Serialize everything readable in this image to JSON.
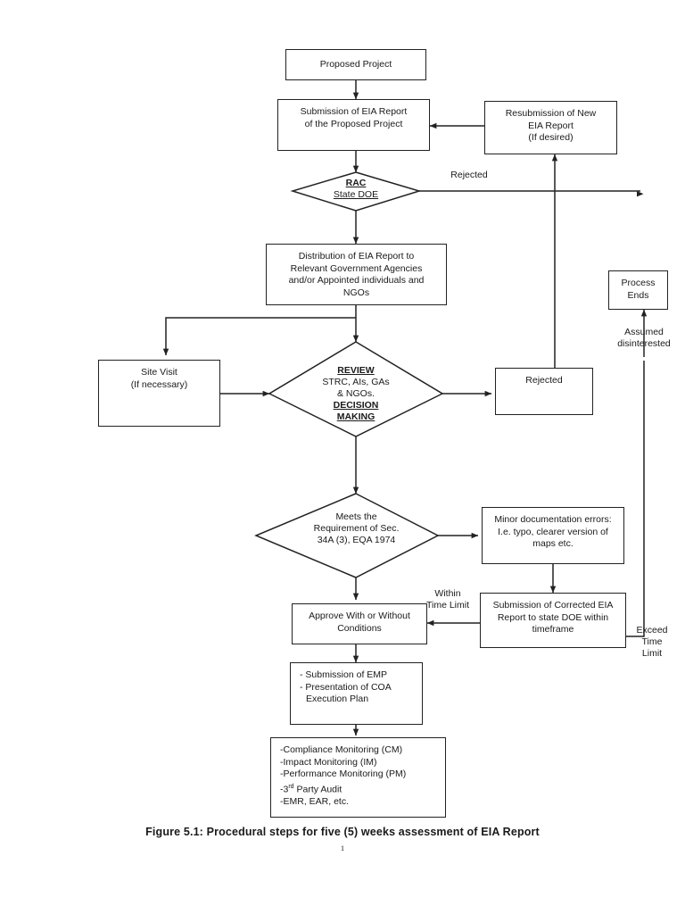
{
  "figure": {
    "caption": "Figure 5.1: Procedural steps for five (5) weeks assessment of EIA Report",
    "page_number": "1"
  },
  "colors": {
    "stroke": "#222222",
    "background": "#ffffff",
    "text": "#1a1a1a"
  },
  "chart_data": {
    "type": "diagram",
    "title": "Figure 5.1: Procedural steps for five (5) weeks assessment of EIA Report",
    "nodes": [
      {
        "id": "proposed-project",
        "shape": "rect",
        "text": "Proposed Project"
      },
      {
        "id": "submission-eia",
        "shape": "rect",
        "text": "Submission of EIA Report of the Proposed Project"
      },
      {
        "id": "resubmission",
        "shape": "rect",
        "text": "Resubmission of New EIA Report (If desired)"
      },
      {
        "id": "rac",
        "shape": "diamond",
        "text": "RAC State DOE"
      },
      {
        "id": "distribution",
        "shape": "rect",
        "text": "Distribution of EIA Report to Relevant Government Agencies and/or Appointed individuals and NGOs"
      },
      {
        "id": "process-ends",
        "shape": "rect",
        "text": "Process Ends"
      },
      {
        "id": "site-visit",
        "shape": "rect",
        "text": "Site Visit (If necessary)"
      },
      {
        "id": "review",
        "shape": "diamond",
        "text": "REVIEW STRC, AIs, GAs & NGOs. DECISION MAKING"
      },
      {
        "id": "rejected",
        "shape": "rect",
        "text": "Rejected"
      },
      {
        "id": "meets-requirement",
        "shape": "diamond",
        "text": "Meets the Requirement of Sec. 34A (3), EQA 1974"
      },
      {
        "id": "minor-errors",
        "shape": "rect",
        "text": "Minor documentation errors: I.e. typo, clearer version of maps etc."
      },
      {
        "id": "corrected-eia",
        "shape": "rect",
        "text": "Submission of Corrected EIA Report to state DOE within timeframe"
      },
      {
        "id": "approve",
        "shape": "rect",
        "text": "Approve With or Without Conditions"
      },
      {
        "id": "emp-coa",
        "shape": "rect",
        "text": "- Submission of EMP - Presentation of COA Execution Plan"
      },
      {
        "id": "monitoring",
        "shape": "rect",
        "text": "-Compliance Monitoring (CM) -Impact Monitoring (IM) -Performance Monitoring (PM) -3rd Party Audit -EMR, EAR, etc."
      }
    ],
    "edges": [
      {
        "from": "proposed-project",
        "to": "submission-eia",
        "label": ""
      },
      {
        "from": "submission-eia",
        "to": "rac",
        "label": ""
      },
      {
        "from": "rac",
        "to": "resubmission",
        "label": "Rejected"
      },
      {
        "from": "resubmission",
        "to": "submission-eia",
        "label": ""
      },
      {
        "from": "rac",
        "to": "distribution",
        "label": ""
      },
      {
        "from": "distribution",
        "to": "site-visit",
        "label": ""
      },
      {
        "from": "distribution",
        "to": "review",
        "label": ""
      },
      {
        "from": "site-visit",
        "to": "review",
        "label": ""
      },
      {
        "from": "review",
        "to": "rejected",
        "label": ""
      },
      {
        "from": "rejected",
        "to": "resubmission",
        "label": ""
      },
      {
        "from": "rejected",
        "to": "process-ends",
        "label": "Assumed disinterested"
      },
      {
        "from": "review",
        "to": "meets-requirement",
        "label": ""
      },
      {
        "from": "meets-requirement",
        "to": "minor-errors",
        "label": ""
      },
      {
        "from": "minor-errors",
        "to": "corrected-eia",
        "label": ""
      },
      {
        "from": "corrected-eia",
        "to": "approve",
        "label": "Within Time Limit"
      },
      {
        "from": "corrected-eia",
        "to": "process-ends",
        "label": "Exceed Time Limit"
      },
      {
        "from": "meets-requirement",
        "to": "approve",
        "label": ""
      },
      {
        "from": "approve",
        "to": "emp-coa",
        "label": ""
      },
      {
        "from": "emp-coa",
        "to": "monitoring",
        "label": ""
      }
    ]
  },
  "nodes": {
    "proposed_project": {
      "line1": "Proposed Project"
    },
    "submission_eia": {
      "line1": "Submission of EIA Report",
      "line2": "of the Proposed Project"
    },
    "resubmission": {
      "line1": "Resubmission of New",
      "line2": "EIA Report",
      "line3": "(If desired)"
    },
    "rac": {
      "line1": "RAC",
      "line2": "State DOE"
    },
    "distribution": {
      "line1": "Distribution of EIA Report to",
      "line2": "Relevant Government Agencies",
      "line3": "and/or Appointed individuals and",
      "line4": "NGOs"
    },
    "process_ends": {
      "line1": "Process",
      "line2": "Ends"
    },
    "site_visit": {
      "line1": "Site Visit",
      "line2": "(If necessary)"
    },
    "review": {
      "line1": "REVIEW",
      "line2": "STRC, AIs, GAs",
      "line3": "& NGOs.",
      "line4": "DECISION",
      "line5": "MAKING"
    },
    "rejected": {
      "line1": "Rejected"
    },
    "meets_requirement": {
      "line1": "Meets the",
      "line2": "Requirement of Sec.",
      "line3": "34A (3), EQA 1974"
    },
    "minor_errors": {
      "line1": "Minor documentation errors:",
      "line2": "I.e. typo, clearer version of",
      "line3": "maps etc."
    },
    "corrected_eia": {
      "line1": "Submission of Corrected EIA",
      "line2": "Report to state DOE within",
      "line3": "timeframe"
    },
    "approve": {
      "line1": "Approve With or Without",
      "line2": "Conditions"
    },
    "emp_coa": {
      "line1": "- Submission of EMP",
      "line2": "- Presentation of COA",
      "line3": "Execution Plan"
    },
    "monitoring": {
      "line1": "-Compliance Monitoring (CM)",
      "line2": "-Impact Monitoring (IM)",
      "line3": "-Performance Monitoring (PM)",
      "line4_prefix": "-3",
      "line4_sup": "rd",
      "line4_suffix": " Party Audit",
      "line5": "-EMR, EAR, etc."
    }
  },
  "edge_labels": {
    "rejected_top": "Rejected",
    "assumed_line1": "Assumed",
    "assumed_line2": "disinterested",
    "within_line1": "Within",
    "within_line2": "Time Limit",
    "exceed_line1": "Exceed",
    "exceed_line2": "Time",
    "exceed_line3": "Limit"
  }
}
